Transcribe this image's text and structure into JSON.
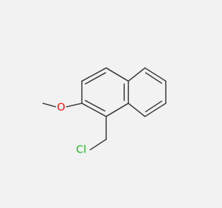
{
  "molecule": {
    "atoms": [
      {
        "id": "O",
        "label": "O",
        "color": "#ff0d0d"
      },
      {
        "id": "Cl",
        "label": "Cl",
        "color": "#1fb81f"
      }
    ]
  },
  "colors": {
    "background": "#f2f2f2",
    "bond": "#3a3a3a"
  }
}
